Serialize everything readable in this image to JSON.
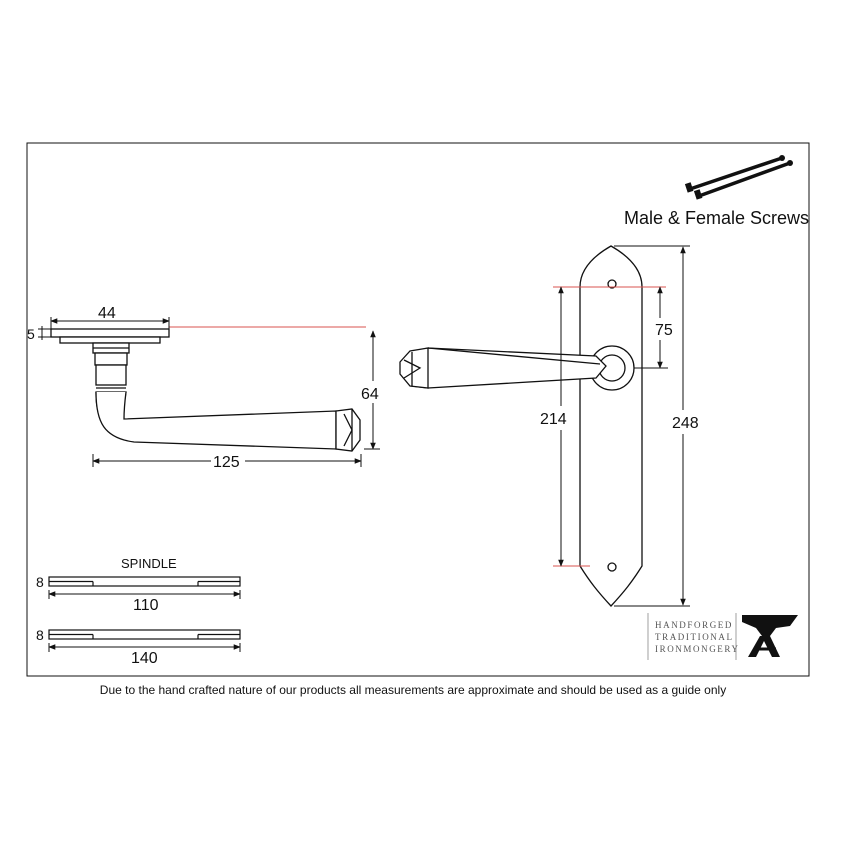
{
  "screws_label": "Male & Female Screws",
  "lever": {
    "dim_rose_width": "44",
    "dim_rose_thickness": "5",
    "dim_projection": "64",
    "dim_length": "125"
  },
  "spindle": {
    "title": "SPINDLE",
    "dim_thickness_a": "8",
    "length_a": "110",
    "dim_thickness_b": "8",
    "length_b": "140"
  },
  "backplate": {
    "dim_screw_centres": "214",
    "dim_height": "248",
    "dim_lever_centre": "75"
  },
  "brand": {
    "line1": "HANDFORGED",
    "line2": "TRADITIONAL",
    "line3": "IRONMONGERY",
    "logo_letter": "A"
  },
  "footer_note": "Due to the hand crafted nature of our products all measurements are approximate and should be used as a guide only",
  "colors": {
    "line": "#111111",
    "accent_red": "#d9534f",
    "brand_grey": "#555555"
  }
}
